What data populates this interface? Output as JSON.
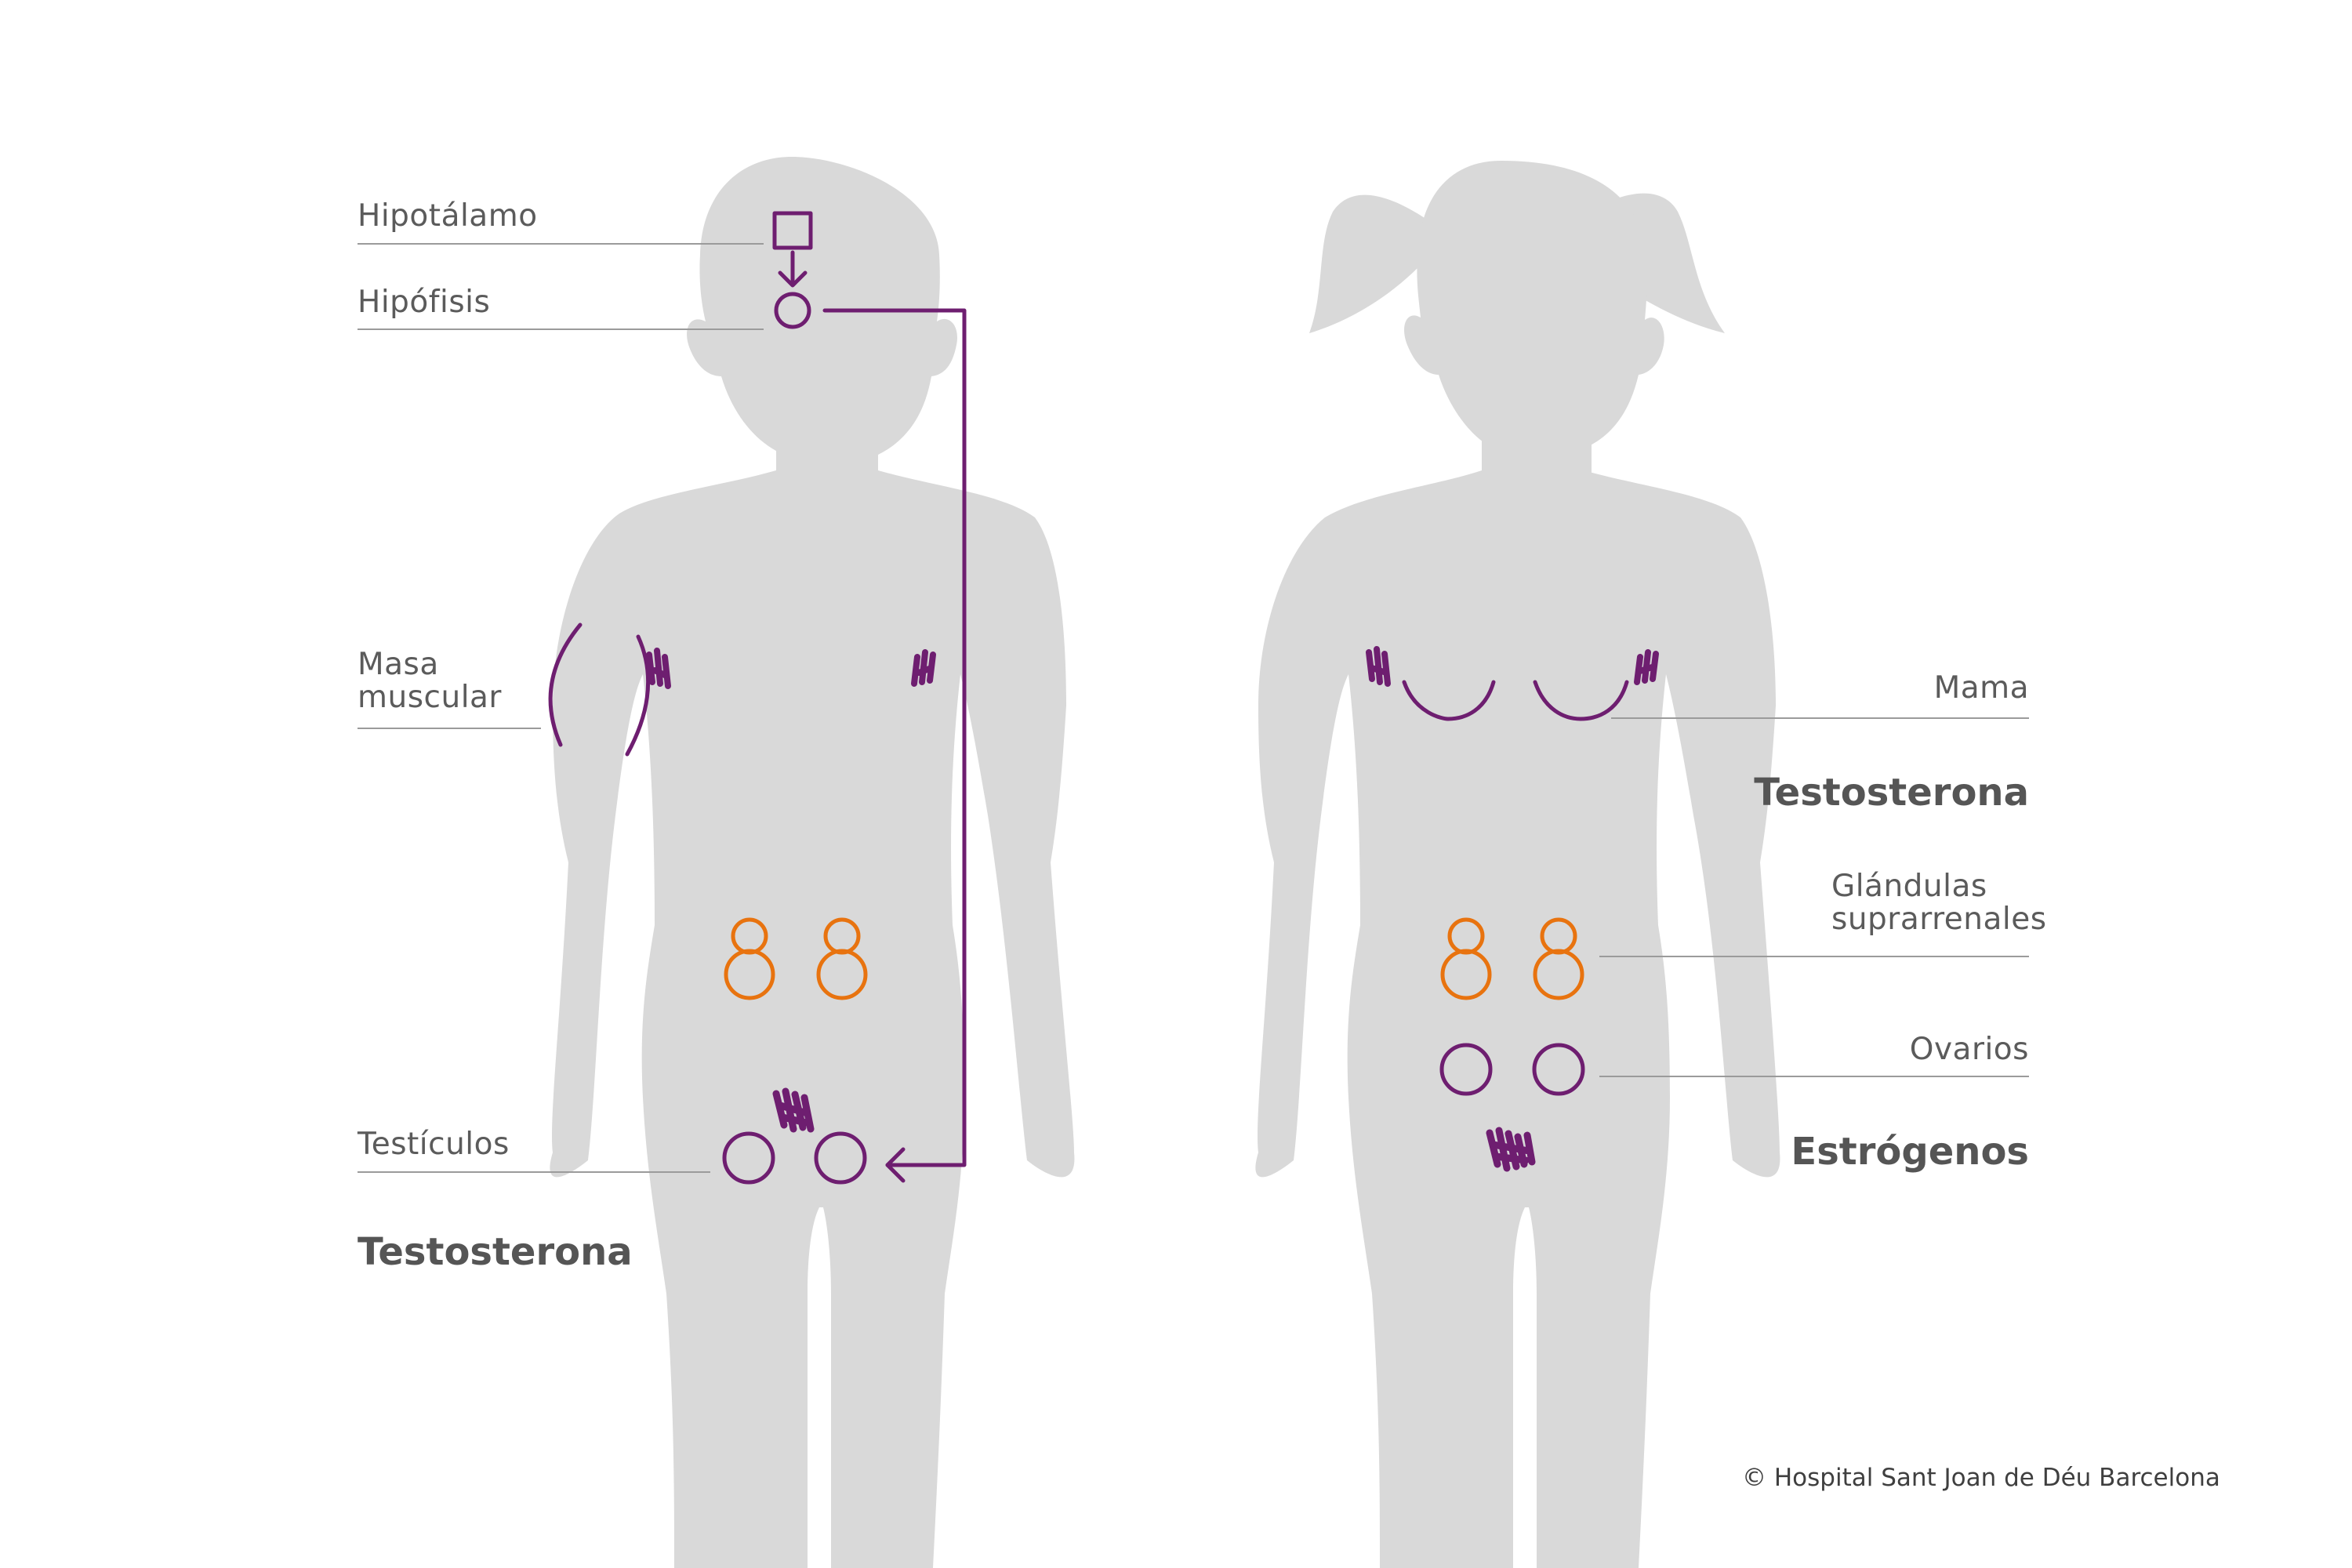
{
  "colors": {
    "silhouette": "#d9d9d9",
    "purple": "#6e1e70",
    "orange": "#e8730f",
    "text": "#5b5b5b",
    "rule": "#9b9b9b"
  },
  "boy": {
    "labels": {
      "hypothalamus": "Hipotálamo",
      "pituitary": "Hipófisis",
      "muscle_line1": "Masa",
      "muscle_line2": "muscular",
      "testicles": "Testículos"
    },
    "hormone": "Testosterona"
  },
  "girl": {
    "labels": {
      "breast": "Mama",
      "adrenal_line1": "Glándulas",
      "adrenal_line2": "suprarrenales",
      "ovaries": "Ovarios"
    },
    "hormone_breast": "Testosterona",
    "hormone_ovaries": "Estrógenos"
  },
  "copyright": "© Hospital Sant Joan de Déu Barcelona"
}
